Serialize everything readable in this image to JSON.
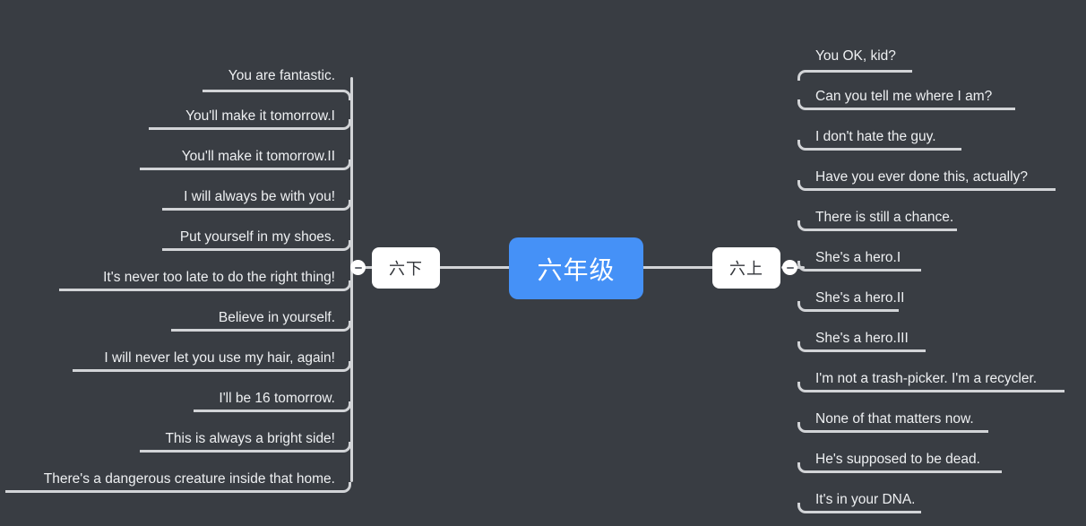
{
  "theme": {
    "background": "#393d43",
    "line": "#d2d4d7",
    "center_fill": "#4591f7",
    "center_text": "#ffffff",
    "branch_fill": "#ffffff",
    "branch_text": "#33363b",
    "leaf_text": "#eef0f2"
  },
  "mindmap": {
    "center": {
      "label": "六年级"
    },
    "branches": [
      {
        "side": "left",
        "label": "六下",
        "collapse_icon": "minus-circle-icon",
        "items": [
          {
            "label": "You are fantastic."
          },
          {
            "label": "You'll make it tomorrow.I"
          },
          {
            "label": "You'll make it tomorrow.II"
          },
          {
            "label": "I will always be with you!"
          },
          {
            "label": "Put yourself in my shoes."
          },
          {
            "label": "It's never too late to do the right thing!"
          },
          {
            "label": "Believe in yourself."
          },
          {
            "label": "I will never let you use my hair, again!"
          },
          {
            "label": "I'll be 16 tomorrow."
          },
          {
            "label": "This is always a bright side!"
          },
          {
            "label": "There's a dangerous creature inside that home."
          }
        ]
      },
      {
        "side": "right",
        "label": "六上",
        "collapse_icon": "minus-circle-icon",
        "items": [
          {
            "label": "You OK, kid?"
          },
          {
            "label": "Can you tell me where I am?"
          },
          {
            "label": "I don't hate the guy."
          },
          {
            "label": "Have you ever done this, actually?"
          },
          {
            "label": "There is still a chance."
          },
          {
            "label": "She's a hero.I"
          },
          {
            "label": "She's a hero.II"
          },
          {
            "label": "She's a hero.III"
          },
          {
            "label": "I'm not a trash-picker. I'm a recycler."
          },
          {
            "label": "None of that matters now."
          },
          {
            "label": "He's supposed to be dead."
          },
          {
            "label": "It's in your DNA."
          }
        ]
      }
    ]
  }
}
